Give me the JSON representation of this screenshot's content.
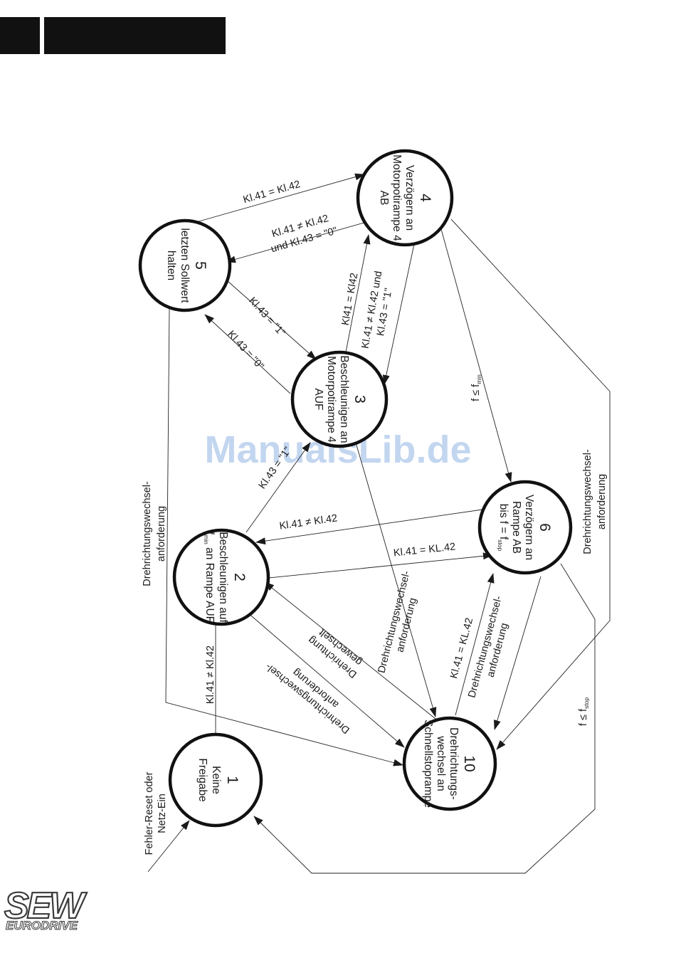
{
  "header": {
    "bar_color": "#111111"
  },
  "watermark": "ManualsLib.de",
  "logo": {
    "main": "SEW",
    "sub": "EURODRIVE"
  },
  "external_input": {
    "line1": "Fehler-Reset oder",
    "line2": "Netz-Ein"
  },
  "states": [
    {
      "id": "1",
      "lines": [
        "Keine",
        "Freigabe"
      ]
    },
    {
      "id": "2",
      "lines": [
        "Beschleunigen auf",
        "an Rampe AUF"
      ],
      "subscript_prefix": "f",
      "subscript": "min"
    },
    {
      "id": "3",
      "lines": [
        "Beschleunigen an",
        "Motorpotirampe 4",
        "AUF"
      ]
    },
    {
      "id": "4",
      "lines": [
        "Verzögern an",
        "Motorpotirampe 4",
        "AB"
      ]
    },
    {
      "id": "5",
      "lines": [
        "letzten Sollwert",
        "halten"
      ]
    },
    {
      "id": "6",
      "lines": [
        "Verzögern an",
        "Rampe AB",
        "bis f = f"
      ],
      "subscript": "stop"
    },
    {
      "id": "10",
      "lines": [
        "Drehrichtungs-",
        "wechsel an",
        "Schnellstoprampe"
      ]
    }
  ],
  "transitions": {
    "t_1_2": "Kl.41 ≠ Kl.42",
    "t_2_3": "Kl.43 = \"1\"",
    "t_3_5": "Kl.43 = \"0\"",
    "t_5_3": "Kl.43 = \"1\"",
    "t_5_4": "Kl.41 = Kl.42",
    "t_4_5a": "Kl.41 ≠ Kl.42",
    "t_4_5b": "und Kl.43 = \"0\"",
    "t_3_4": "Kl41 = Kl42",
    "t_4_3a": "Kl.41 ≠ Kl.42  und",
    "t_4_3b": "Kl.43 = \"1\"",
    "t_4_6": "f ≤ f",
    "t_4_6_sub": "min",
    "t_6_2": "Kl.41 ≠ Kl.42",
    "t_2_6": "Kl.41 = KL.42",
    "t_10_6": "Kl.41 = KL.42",
    "t_6_10a": "Drehrichtungswechsel-",
    "t_6_10b": "anforderung",
    "t_3_10a": "Drehrichtungswechsel-",
    "t_3_10b": "anforderung",
    "t_10_2a": "Drehrichtung",
    "t_10_2b": "gewechselt",
    "t_2_10a": "Drehrichtungswechsel-",
    "t_2_10b": "anforderung",
    "t_5_10a": "Drehrichtungswechsel-",
    "t_5_10b": "anforderung",
    "t_4_10a": "Drehrichtungswechsel-",
    "t_4_10b": "anforderung",
    "t_6_1": "f ≤ f",
    "t_6_1_sub": "stop"
  }
}
